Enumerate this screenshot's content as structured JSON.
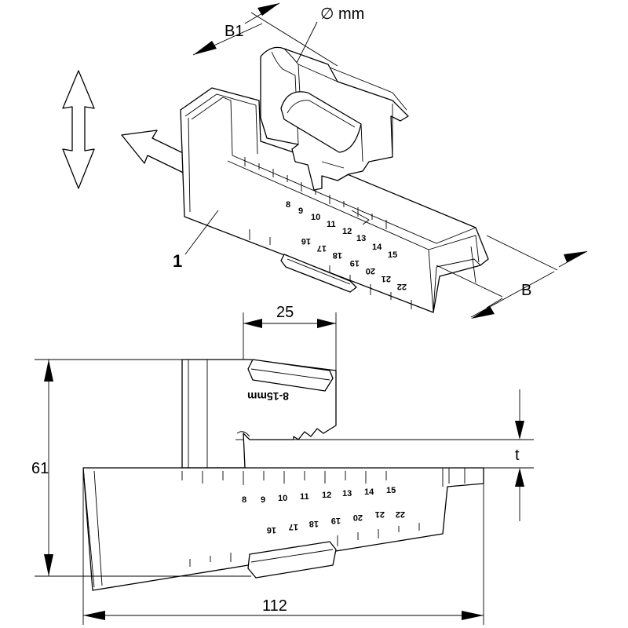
{
  "labels": {
    "b1": "B1",
    "diameter": "∅ mm",
    "item": "1",
    "b": "B",
    "width_top": "25",
    "height": "61",
    "thickness_top": "t",
    "thickness_bottom": "t",
    "length": "112",
    "range": "8-15mm"
  },
  "top_scale": [
    "8",
    "9",
    "10",
    "11",
    "12",
    "13",
    "14",
    "15"
  ],
  "bottom_scale": [
    "16",
    "17",
    "18",
    "19",
    "20",
    "21",
    "22"
  ],
  "front_top_scale": [
    "8",
    "9",
    "10",
    "11",
    "12",
    "13",
    "14",
    "15"
  ],
  "front_bottom_scale": [
    "16",
    "17",
    "18",
    "19",
    "20",
    "21",
    "22"
  ]
}
